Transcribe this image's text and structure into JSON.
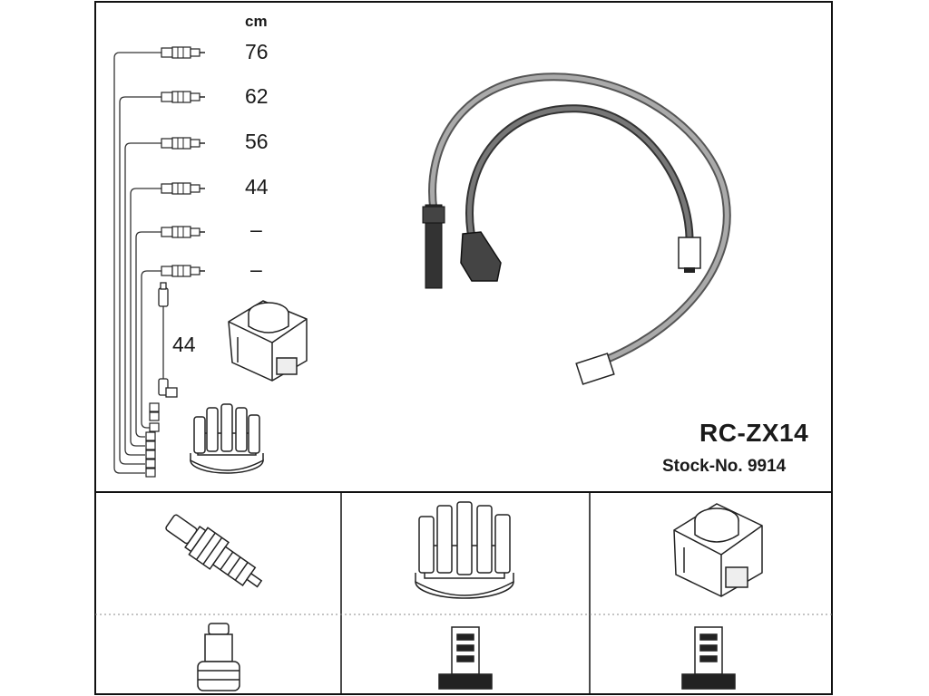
{
  "header": {
    "unit": "cm"
  },
  "leads": [
    {
      "length": "76"
    },
    {
      "length": "62"
    },
    {
      "length": "56"
    },
    {
      "length": "44"
    },
    {
      "length": "–"
    },
    {
      "length": "–"
    }
  ],
  "coil_lead": {
    "length": "44"
  },
  "product": {
    "code": "RC-ZX14",
    "stock": "Stock-No. 9914"
  },
  "parts": [
    {
      "icon": "spark-plug-icon"
    },
    {
      "icon": "distributor-cap-icon"
    },
    {
      "icon": "ignition-coil-icon"
    },
    {
      "icon": "spark-plug-connector-icon"
    },
    {
      "icon": "distributor-connector-icon"
    },
    {
      "icon": "coil-connector-icon"
    }
  ]
}
